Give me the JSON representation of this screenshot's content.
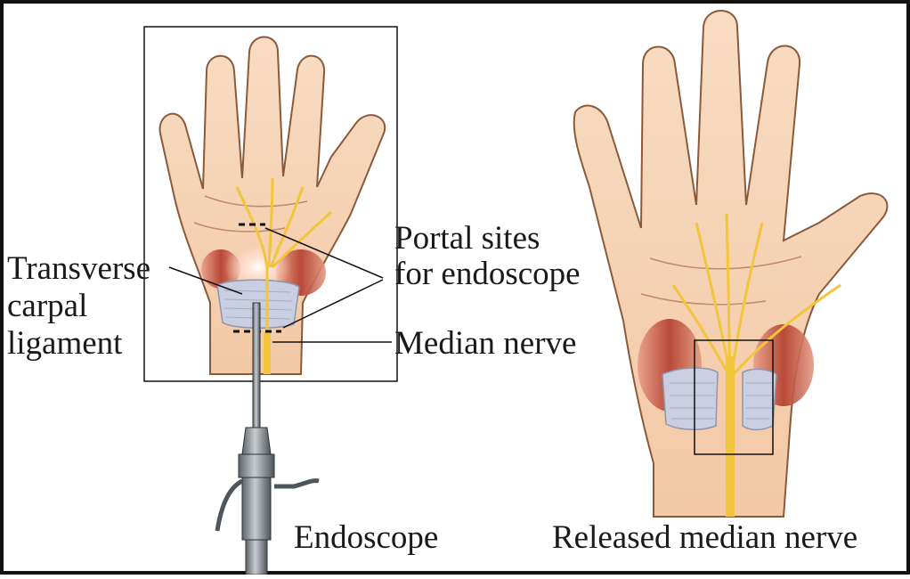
{
  "labels": {
    "portal_line1": "Portal sites",
    "portal_line2": "for endoscope",
    "ligament_line1": "Transverse",
    "ligament_line2": "carpal",
    "ligament_line3": "ligament",
    "median_nerve": "Median nerve",
    "endoscope": "Endoscope",
    "released": "Released median nerve"
  },
  "colors": {
    "skin": "#f6d3b4",
    "skin_edge": "#8a5a3c",
    "muscle": "#b8412f",
    "ligament": "#c9cfe0",
    "nerve": "#f2c53d",
    "instrument": "#8c949a",
    "frame": "#111111"
  }
}
